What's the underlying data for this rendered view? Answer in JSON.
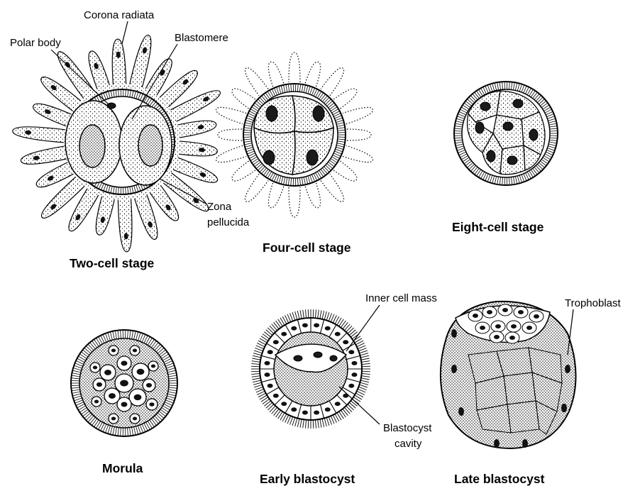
{
  "stages": {
    "two_cell": "Two-cell stage",
    "four_cell": "Four-cell stage",
    "eight_cell": "Eight-cell stage",
    "morula": "Morula",
    "early_blastocyst": "Early blastocyst",
    "late_blastocyst": "Late blastocyst"
  },
  "callouts": {
    "corona_radiata": "Corona radiata",
    "polar_body": "Polar body",
    "blastomere": "Blastomere",
    "zona_line1": "Zona",
    "zona_line2": "pellucida",
    "inner_cell_mass": "Inner cell mass",
    "trophoblast": "Trophoblast",
    "cavity_line1": "Blastocyst",
    "cavity_line2": "cavity"
  }
}
